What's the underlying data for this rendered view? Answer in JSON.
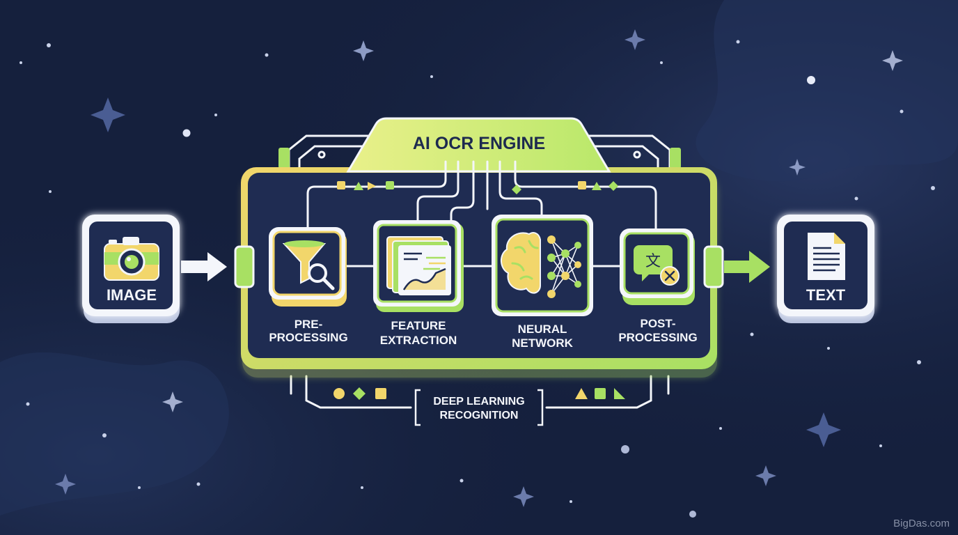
{
  "engine": {
    "title": "AI OCR ENGINE"
  },
  "input": {
    "label": "IMAGE",
    "icon": "camera-icon"
  },
  "output": {
    "label": "TEXT",
    "icon": "document-icon"
  },
  "stages": [
    {
      "line1": "PRE-",
      "line2": "PROCESSING",
      "icon": "funnel-magnifier-icon"
    },
    {
      "line1": "FEATURE",
      "line2": "EXTRACTION",
      "icon": "chart-layers-icon"
    },
    {
      "line1": "NEURAL",
      "line2": "NETWORK",
      "icon": "brain-network-icon"
    },
    {
      "line1": "POST-",
      "line2": "PROCESSING",
      "icon": "translate-check-icon"
    }
  ],
  "footer": {
    "line1": "DEEP LEARNING",
    "line2": "RECOGNITION"
  },
  "watermark": "BigDas.com",
  "colors": {
    "background": "#15203d",
    "panel": "#1f2c52",
    "lime": "#a8e063",
    "yellow": "#f2d66b",
    "white": "#f4f6fb"
  }
}
